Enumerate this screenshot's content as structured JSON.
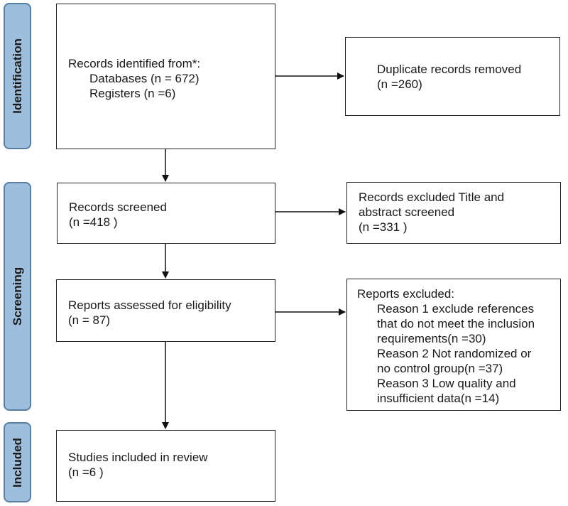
{
  "phases": {
    "identification": "Identification",
    "screening": "Screening",
    "included": "Included"
  },
  "boxes": {
    "records_identified": {
      "title": "Records identified from*:",
      "databases": "Databases (n = 672)",
      "registers": "Registers (n =6)"
    },
    "duplicates_removed": {
      "title": "Duplicate records removed",
      "count": "(n =260)"
    },
    "records_screened": {
      "title": "Records screened",
      "count": "(n =418 )"
    },
    "records_excluded": {
      "title_line1": "Records excluded Title and",
      "title_line2": "abstract screened",
      "count": "(n =331 )"
    },
    "reports_assessed": {
      "title": "Reports assessed for eligibility",
      "count": "(n = 87)"
    },
    "reports_excluded": {
      "title": "Reports excluded:",
      "reason1_line1": "Reason 1 exclude references",
      "reason1_line2": "that do not meet the inclusion",
      "reason1_line3": "requirements(n =30)",
      "reason2_line1": "Reason 2 Not randomized or",
      "reason2_line2": "no control group(n =37)",
      "reason3_line1": "Reason 3 Low quality and",
      "reason3_line2": "insufficient data(n =14)"
    },
    "studies_included": {
      "title": "Studies included in review",
      "count": "(n =6 )"
    }
  },
  "colors": {
    "phase_fill": "#9dbfdd",
    "phase_border": "#5a7fa3",
    "box_border": "#222222",
    "arrow": "#111111"
  }
}
